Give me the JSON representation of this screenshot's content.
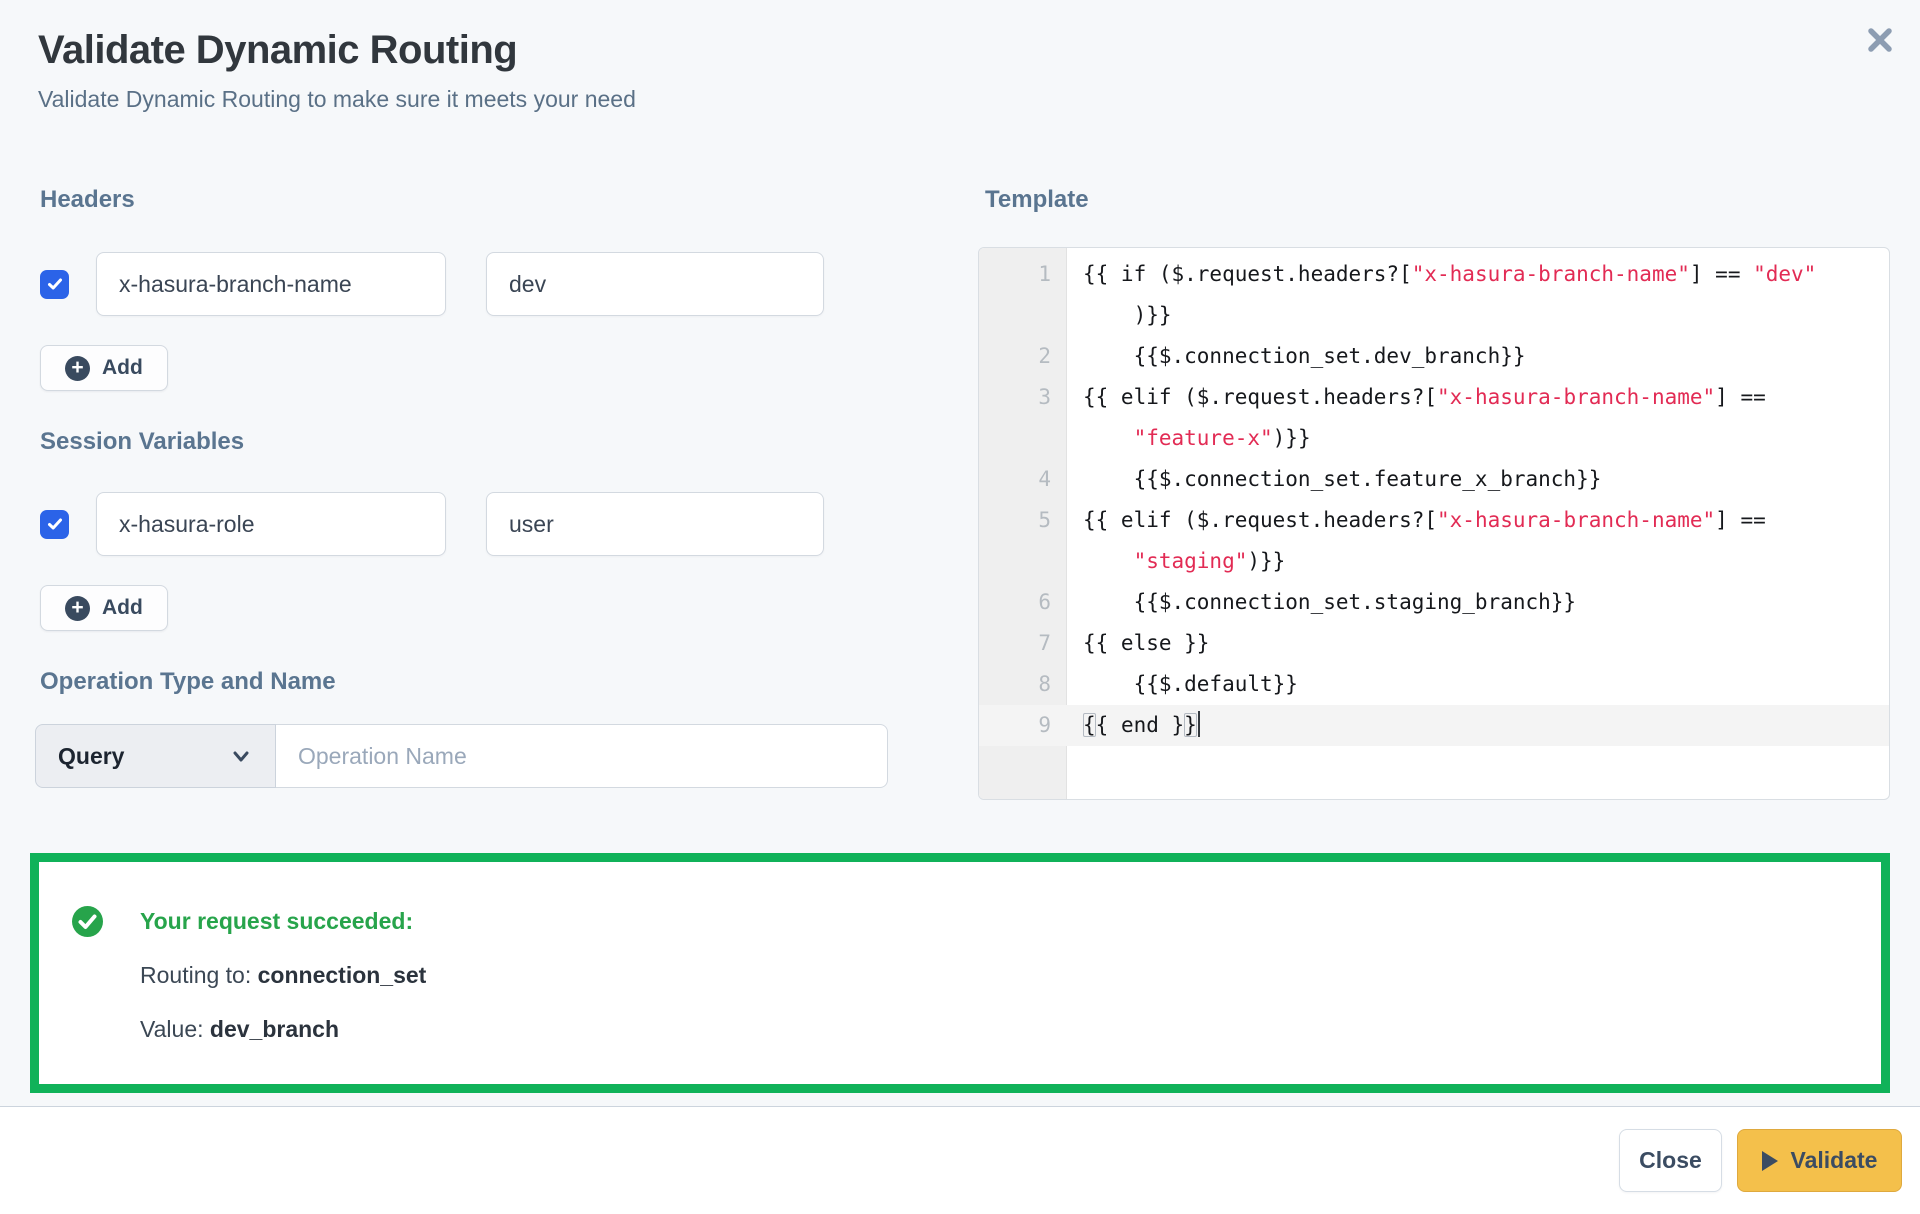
{
  "dialog": {
    "title": "Validate Dynamic Routing",
    "subtitle": "Validate Dynamic Routing to make sure it meets your need"
  },
  "headers_section": {
    "label": "Headers",
    "row": {
      "checked": true,
      "key": "x-hasura-branch-name",
      "value": "dev"
    },
    "add_label": "Add"
  },
  "session_section": {
    "label": "Session Variables",
    "row": {
      "checked": true,
      "key": "x-hasura-role",
      "value": "user"
    },
    "add_label": "Add"
  },
  "operation_section": {
    "label": "Operation Type and Name",
    "type_selected": "Query",
    "name_value": "",
    "name_placeholder": "Operation Name"
  },
  "template_section": {
    "label": "Template",
    "code_rows": [
      {
        "num": "1",
        "segs": [
          {
            "t": "{{ if ($.request.headers?[",
            "c": "p"
          },
          {
            "t": "\"x-hasura-branch-name\"",
            "c": "s"
          },
          {
            "t": "] == ",
            "c": "p"
          },
          {
            "t": "\"dev\"",
            "c": "s"
          }
        ]
      },
      {
        "num": "",
        "segs": [
          {
            "t": "    )}}",
            "c": "p"
          }
        ]
      },
      {
        "num": "2",
        "segs": [
          {
            "t": "    {{$.connection_set.dev_branch}}",
            "c": "p"
          }
        ]
      },
      {
        "num": "3",
        "segs": [
          {
            "t": "{{ elif ($.request.headers?[",
            "c": "p"
          },
          {
            "t": "\"x-hasura-branch-name\"",
            "c": "s"
          },
          {
            "t": "] ==",
            "c": "p"
          }
        ]
      },
      {
        "num": "",
        "segs": [
          {
            "t": "    ",
            "c": "p"
          },
          {
            "t": "\"feature-x\"",
            "c": "s"
          },
          {
            "t": ")}}",
            "c": "p"
          }
        ]
      },
      {
        "num": "4",
        "segs": [
          {
            "t": "    {{$.connection_set.feature_x_branch}}",
            "c": "p"
          }
        ]
      },
      {
        "num": "5",
        "segs": [
          {
            "t": "{{ elif ($.request.headers?[",
            "c": "p"
          },
          {
            "t": "\"x-hasura-branch-name\"",
            "c": "s"
          },
          {
            "t": "] ==",
            "c": "p"
          }
        ]
      },
      {
        "num": "",
        "segs": [
          {
            "t": "    ",
            "c": "p"
          },
          {
            "t": "\"staging\"",
            "c": "s"
          },
          {
            "t": ")}}",
            "c": "p"
          }
        ]
      },
      {
        "num": "6",
        "segs": [
          {
            "t": "    {{$.connection_set.staging_branch}}",
            "c": "p"
          }
        ]
      },
      {
        "num": "7",
        "segs": [
          {
            "t": "{{ else }}",
            "c": "p"
          }
        ]
      },
      {
        "num": "8",
        "segs": [
          {
            "t": "    {{$.default}}",
            "c": "p"
          }
        ]
      },
      {
        "num": "9",
        "active": true,
        "segs": [
          {
            "t": "{",
            "c": "p",
            "bracket": true
          },
          {
            "t": "{ end }",
            "c": "p"
          },
          {
            "t": "}",
            "c": "p",
            "bracket": true
          }
        ]
      }
    ]
  },
  "result": {
    "title": "Your request succeeded:",
    "routing_label": "Routing to: ",
    "routing_value": "connection_set",
    "value_label": "Value: ",
    "value_value": "dev_branch"
  },
  "footer": {
    "close_label": "Close",
    "validate_label": "Validate"
  },
  "colors": {
    "accent_blue": "#2b63e8",
    "success_green_border": "#10b259",
    "success_green_text": "#27a44b",
    "string_red": "#e22b54",
    "validate_amber": "#f4c04b"
  }
}
